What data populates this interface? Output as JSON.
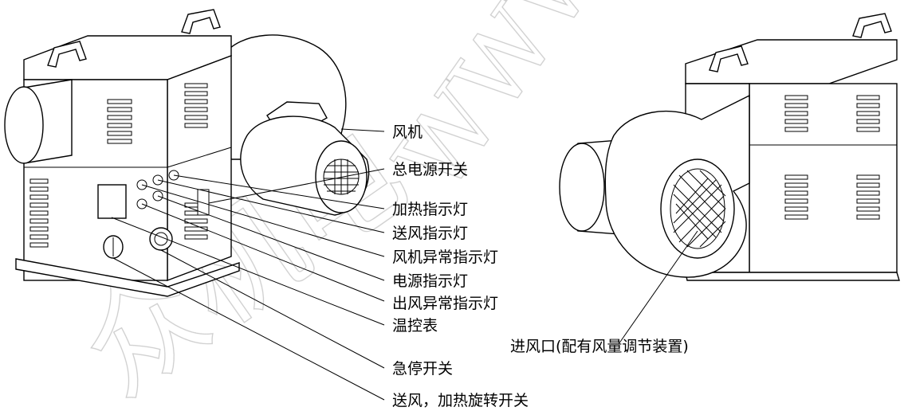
{
  "watermark": {
    "chars_left": "众机电",
    "chars_right": "WWW.WI"
  },
  "labels": {
    "fan": "风机",
    "main_power_switch": "总电源开关",
    "heating_indicator": "加热指示灯",
    "blower_indicator": "送风指示灯",
    "fan_fault_indicator": "风机异常指示灯",
    "power_indicator": "电源指示灯",
    "outlet_fault_indicator": "出风异常指示灯",
    "temperature_controller": "温控表",
    "emergency_stop": "急停开关",
    "rotary_switch": "送风，加热旋转开关",
    "air_inlet": "进风口(配有风量调节装置)"
  }
}
